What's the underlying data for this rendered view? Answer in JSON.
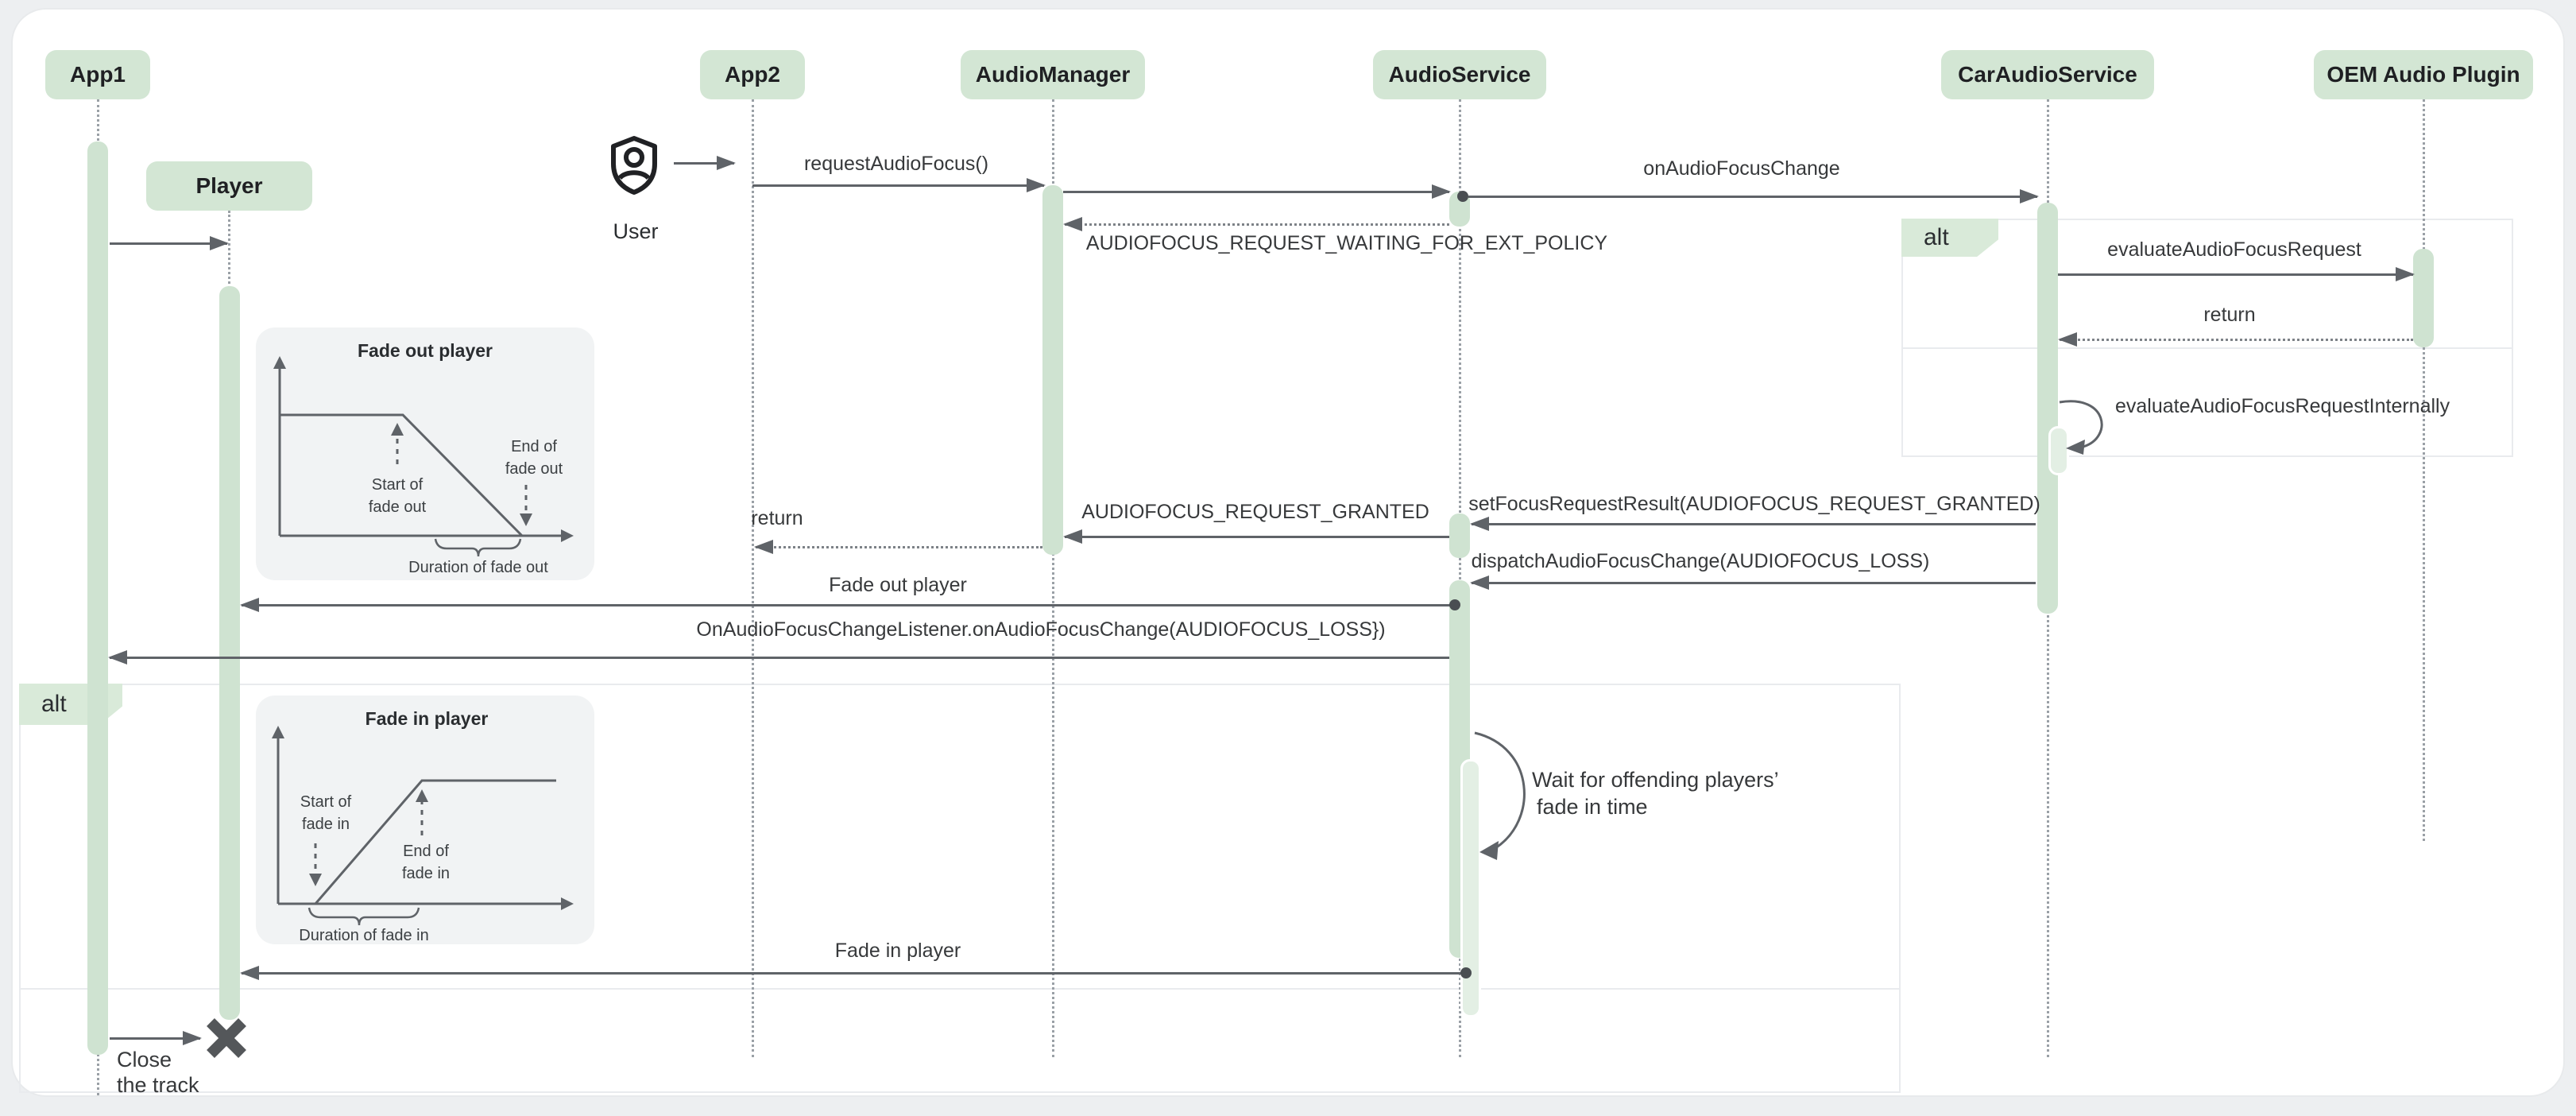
{
  "participants": {
    "app1": "App1",
    "player": "Player",
    "app2": "App2",
    "audio_manager": "AudioManager",
    "audio_service": "AudioService",
    "car_audio_service": "CarAudioService",
    "oem_audio_plugin": "OEM Audio Plugin"
  },
  "actor": {
    "label": "User"
  },
  "fragments": {
    "left_alt_label": "alt",
    "right_alt_label": "alt"
  },
  "messages": {
    "request_audio_focus": "requestAudioFocus()",
    "on_audio_focus_change": "onAudioFocusChange",
    "waiting_for_ext_policy": "AUDIOFOCUS_REQUEST_WAITING_FOR_EXT_POLICY",
    "evaluate_audio_focus_request": "evaluateAudioFocusRequest",
    "return_1": "return",
    "evaluate_audio_focus_request_internally": "evaluateAudioFocusRequestInternally",
    "set_focus_request_result": "setFocusRequestResult(AUDIOFOCUS_REQUEST_GRANTED)",
    "audiofocus_request_granted": "AUDIOFOCUS_REQUEST_GRANTED",
    "return_2": "return",
    "dispatch_audio_focus_change": "dispatchAudioFocusChange(AUDIOFOCUS_LOSS)",
    "fade_out_player": "Fade out player",
    "on_audio_focus_change_listener": "OnAudioFocusChangeListener.onAudioFocusChange(AUDIOFOCUS_LOSS})",
    "fade_in_player": "Fade in player",
    "close_line1": "Close",
    "close_line2": "the track",
    "wait_line1": "Wait for offending players’",
    "wait_line2": "fade in time"
  },
  "insets": {
    "fade_out": {
      "title": "Fade out player",
      "start_1": "Start of",
      "start_2": "fade out",
      "end_1": "End of",
      "end_2": "fade out",
      "duration": "Duration of fade out"
    },
    "fade_in": {
      "title": "Fade in player",
      "start_1": "Start of",
      "start_2": "fade in",
      "end_1": "End of",
      "end_2": "fade in",
      "duration": "Duration of fade in"
    }
  },
  "colors": {
    "participant_fill": "#d3e6d4",
    "activation_fill": "#cfe3d1",
    "activation_overlay": "#e3efe4",
    "arrow": "#5f6368",
    "text": "#3c4043",
    "fragment_border": "#e9ebee",
    "inset_bg": "#f1f3f4",
    "page_bg": "#edeff1",
    "card_bg": "#ffffff"
  }
}
